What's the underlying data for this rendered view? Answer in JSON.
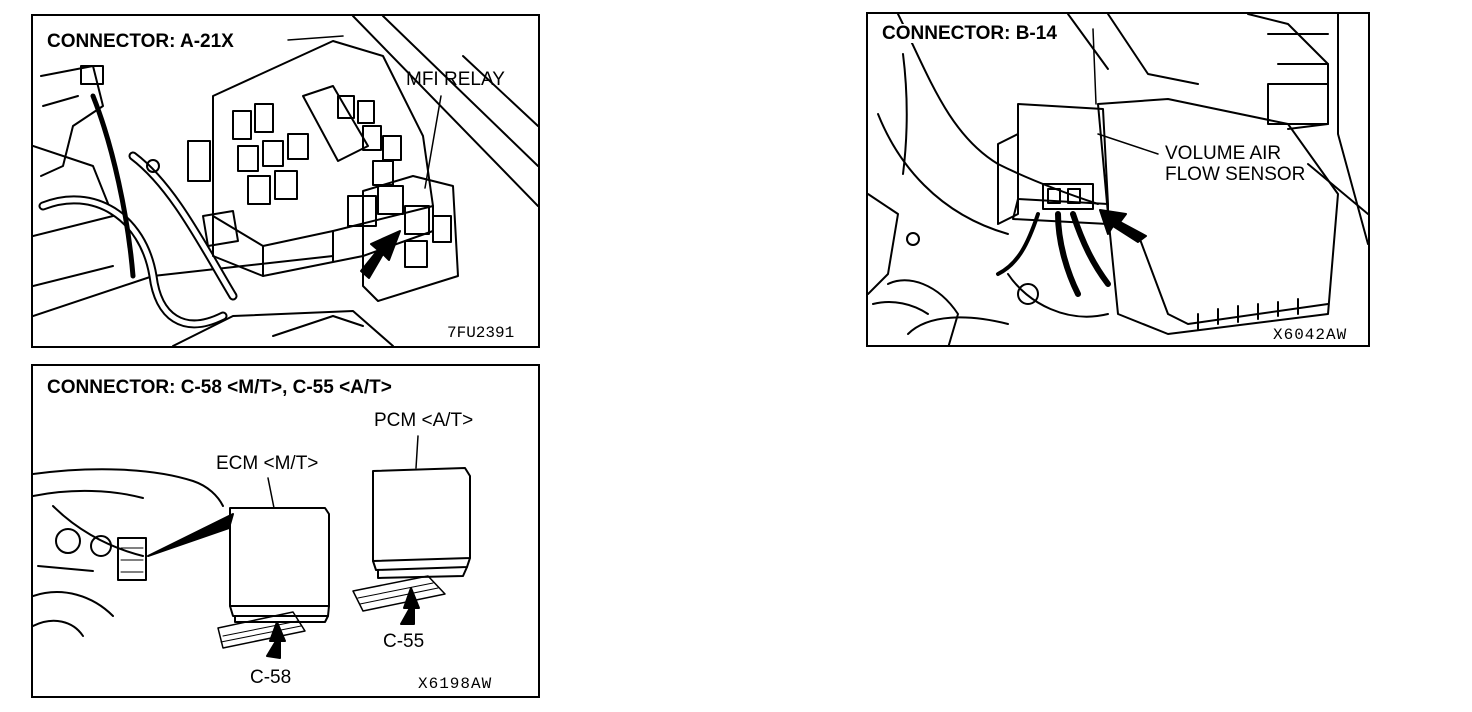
{
  "panels": {
    "relay": {
      "title": "CONNECTOR: A-21X",
      "label": "MFI RELAY",
      "code": "7FU2391"
    },
    "maf": {
      "title": "CONNECTOR: B-14",
      "label_line1": "VOLUME AIR",
      "label_line2": "FLOW SENSOR",
      "code": "X6042AW"
    },
    "ecm": {
      "title": "CONNECTOR: C-58 <M/T>, C-55 <A/T>",
      "pcm_label": "PCM <A/T>",
      "ecm_label": "ECM <M/T>",
      "c58_label": "C-58",
      "c55_label": "C-55",
      "code": "X6198AW"
    }
  }
}
